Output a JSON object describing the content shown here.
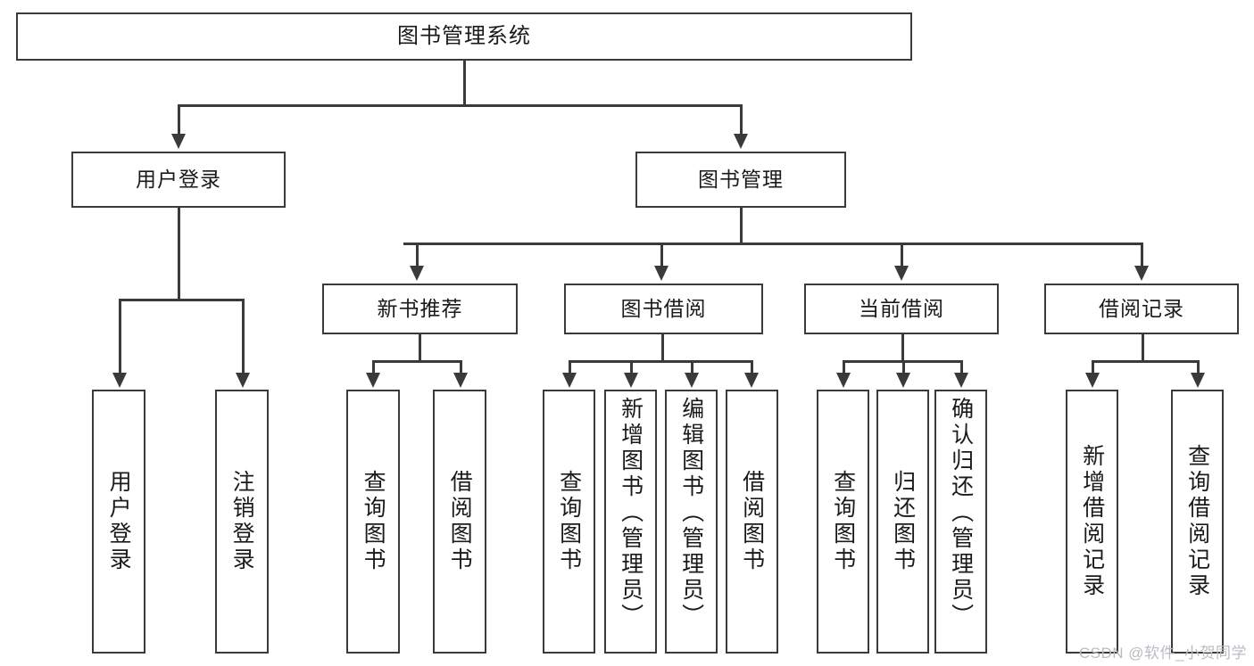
{
  "diagram": {
    "type": "tree-hierarchy",
    "title": "图书管理系统",
    "root": {
      "label": "图书管理系统"
    },
    "level2": [
      {
        "label": "用户登录"
      },
      {
        "label": "图书管理"
      }
    ],
    "level3": [
      {
        "label": "新书推荐"
      },
      {
        "label": "图书借阅"
      },
      {
        "label": "当前借阅"
      },
      {
        "label": "借阅记录"
      }
    ],
    "leaves": {
      "user_login": [
        {
          "label": "用户登录"
        },
        {
          "label": "注销登录"
        }
      ],
      "new_book_recommend": [
        {
          "label": "查询图书"
        },
        {
          "label": "借阅图书"
        }
      ],
      "book_borrow": [
        {
          "label": "查询图书"
        },
        {
          "label": "新增图书（管理员）"
        },
        {
          "label": "编辑图书（管理员）"
        },
        {
          "label": "借阅图书"
        }
      ],
      "current_borrow": [
        {
          "label": "查询图书"
        },
        {
          "label": "归还图书"
        },
        {
          "label": "确认归还（管理员）"
        }
      ],
      "borrow_record": [
        {
          "label": "新增借阅记录"
        },
        {
          "label": "查询借阅记录"
        }
      ]
    }
  },
  "watermark": {
    "text": "CSDN @软件_小贺同学"
  },
  "colors": {
    "stroke": "#3a3a3a",
    "fill": "#ffffff",
    "text": "#1a1a1a",
    "watermark": "#b9bcc2"
  }
}
